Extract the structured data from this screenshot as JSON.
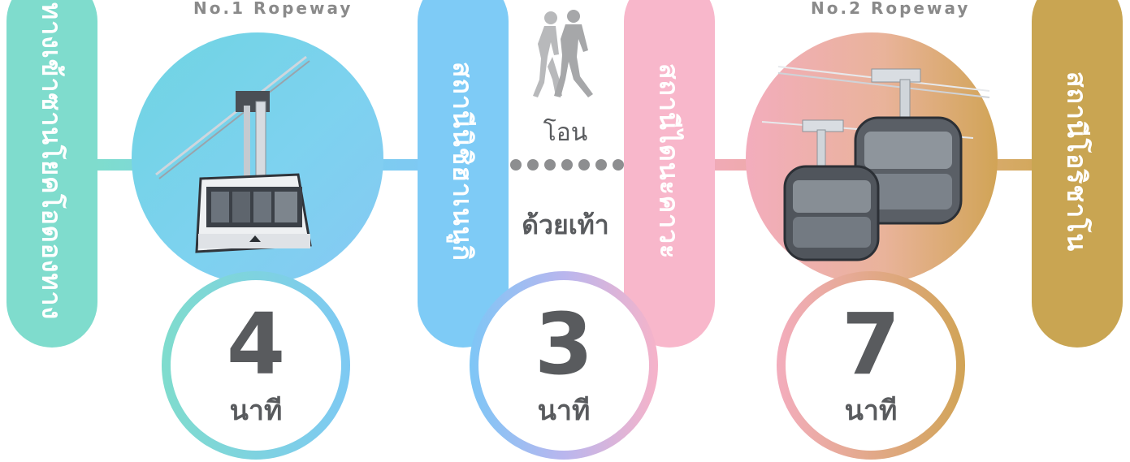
{
  "stations": [
    {
      "name": "ทางเข้าซานโยคโอดองทาง",
      "color": "#7fdccd"
    },
    {
      "name": "สถานีนิชิฮาเนนูกิ",
      "color": "#7ecbf6"
    },
    {
      "name": "สถานีไดนะคาวะ",
      "color": "#f8b7cb"
    },
    {
      "name": "สถานีโอริชาโน",
      "color": "#c9a552"
    }
  ],
  "ropeways": [
    {
      "label": "No.1 Ropeway",
      "minutes": "4",
      "unit": "นาที"
    },
    {
      "label": "No.2 Ropeway",
      "minutes": "7",
      "unit": "นาที"
    }
  ],
  "walk": {
    "top_label": "โอน",
    "bottom_label": "ด้วยเท้า",
    "minutes": "3",
    "unit": "นาที",
    "icon": "walking-people-icon"
  },
  "colors": {
    "mint": "#7fdccd",
    "sky": "#7ecbf6",
    "pink": "#f8b7cb",
    "gold": "#c9a552",
    "text": "#595b5e"
  }
}
